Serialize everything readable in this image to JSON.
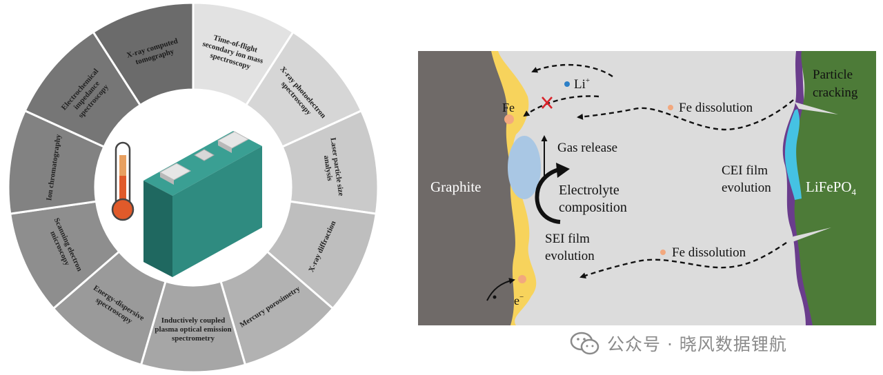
{
  "wheel": {
    "segments": [
      {
        "lines": [
          "X-ray computed",
          "tomography"
        ],
        "fill": "#6b6b6b"
      },
      {
        "lines": [
          "Time-of-flight",
          "secondary ion mass",
          "spectroscopy"
        ],
        "fill": "#e2e2e2"
      },
      {
        "lines": [
          "X-ray photoelectron",
          "spectroscopy"
        ],
        "fill": "#d6d6d6"
      },
      {
        "lines": [
          "Laser particle size",
          "analysis"
        ],
        "fill": "#cacaca"
      },
      {
        "lines": [
          "X-ray diffraction"
        ],
        "fill": "#bebebe"
      },
      {
        "lines": [
          "Mercury porosimetry"
        ],
        "fill": "#b2b2b2"
      },
      {
        "lines": [
          "Inductively coupled",
          "plasma optical emission",
          "spectrometry"
        ],
        "fill": "#a6a6a6"
      },
      {
        "lines": [
          "Energy-dispersive",
          "spectroscopy"
        ],
        "fill": "#9a9a9a"
      },
      {
        "lines": [
          "Scanning electron",
          "microscopy"
        ],
        "fill": "#8e8e8e"
      },
      {
        "lines": [
          "Ion chromatography"
        ],
        "fill": "#828282"
      },
      {
        "lines": [
          "Electrochemical",
          "impedance",
          "spectroscopy"
        ],
        "fill": "#767676"
      }
    ],
    "colors": {
      "battery_front": "#2f8b80",
      "battery_side": "#1f6860",
      "battery_top": "#3a9f93",
      "thermometer": "#e05a2a"
    }
  },
  "mechanism": {
    "graphite_label": "Graphite",
    "lifepo4_label": "LiFePO",
    "lifepo4_sub": "4",
    "particle_cracking": [
      "Particle",
      "cracking"
    ],
    "li_label": "Li",
    "li_sup": "+",
    "fe_label": "Fe",
    "fe_dissolution_top": "Fe dissolution",
    "fe_dissolution_bottom": "Fe dissolution",
    "gas_release": "Gas release",
    "electrolyte": [
      "Electrolyte",
      "composition"
    ],
    "sei": [
      "SEI film",
      "evolution"
    ],
    "cei": [
      "CEI film",
      "evolution"
    ],
    "electron_label": "e",
    "electron_sup": "−",
    "colors": {
      "background": "#dcdcdc",
      "graphite": "#6f6a68",
      "lifepo4": "#4d7b38",
      "sei": "#f7d35c",
      "cei": "#45c2e3",
      "gas": "#a9c7e4",
      "edge": "#6a3d8c"
    }
  },
  "watermark": {
    "text": "公众号 · 晓风数据锂航"
  }
}
